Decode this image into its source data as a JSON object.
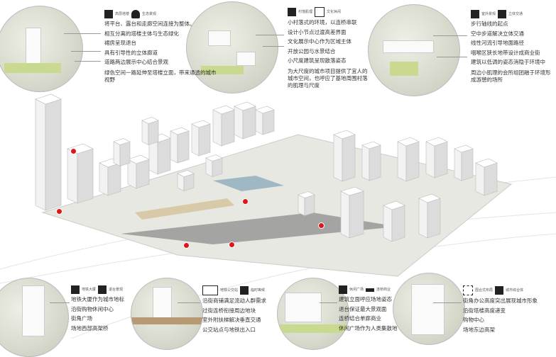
{
  "callouts": [
    {
      "icons": [
        "高层塔楼",
        "生态景观"
      ],
      "lines": [
        "将平台、露台和走廊空间连接为整体。",
        "相互分离的塔楼主体与生态绿化",
        "裙房呈现退台",
        "具有引导性的立体廊道",
        "道路两边展示中心结合景观",
        "绿色空间一路延伸至塔楼立面，带来通透的城市视野"
      ]
    },
    {
      "icons": [
        "村落肌理",
        "文化休闲"
      ],
      "lines": [
        "小村落式的环境，以连桥串联",
        "设计小节点过渡高差界面",
        "文化展示中心作为区域主体",
        "开放公园与水景结合",
        "小尺度建筑呈现散落姿态",
        "为大尺度的城市项目提供了宜人的城市空间，也呼应了基地周围村落的肌理与尺度"
      ]
    },
    {
      "icons": [
        "室外景观",
        "立体交通"
      ],
      "lines": [
        "步行轴线的起点",
        "空中步道解决立体交通",
        "线性河流引导地面路径",
        "咽喉区狭长地带设计成商业街",
        "建筑以低调的姿态消隐于环境中",
        "周边小肌理的会所组团融于环境形成游憩的场所"
      ]
    },
    {
      "icons": [
        "地铁大厦",
        "退台景观"
      ],
      "lines": [
        "地铁大厦作为城市地标",
        "沿街购物休闲中心",
        "街角广场",
        "场地西部高架桥"
      ]
    },
    {
      "icons": [
        "地铁公交站",
        "临时等候"
      ],
      "lines": [
        "沿街商铺满足流动人群需求",
        "过街连桥衔接周边地块",
        "室外附扶梯解决垂直交通",
        "公交站点与地铁出入口"
      ]
    },
    {
      "icons": [
        "休闲广场",
        "连桥商业"
      ],
      "lines": [
        "建筑立面呼应场地姿态",
        "退台保证最大景观面",
        "连桥结合单廊商业",
        "休闲广场作为人类集散地"
      ]
    },
    {
      "icons": [
        "围合式布局",
        "城市综合体"
      ],
      "lines": [
        "街角办公高度突出展现城市形象",
        "沿街塔楼高度递变",
        "购物中心",
        "场地东边高架"
      ]
    }
  ],
  "colors": {
    "marker": "#e0141b",
    "green": "#c9d98f",
    "water": "#9fb8c4"
  }
}
